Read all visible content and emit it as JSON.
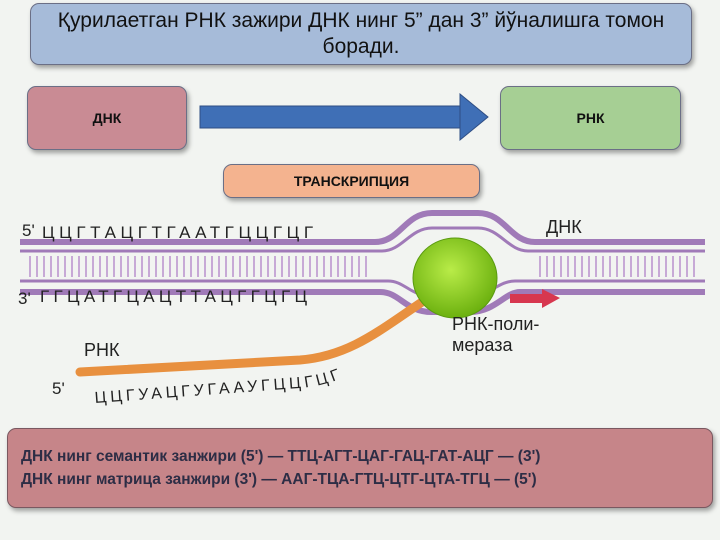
{
  "title": "Қурилаетган РНК зажири ДНК нинг 5”  дан 3” йўналишга томон боради.",
  "box_left_label": "ДНК",
  "box_right_label": "РНК",
  "process_label": "ТРАНСКРИПЦИЯ",
  "diagram": {
    "top_strand_end": "5'",
    "top_strand_sequence": "ЦЦГТАЦГТГААТГЦЦГЦГ",
    "bottom_strand_end": "3'",
    "bottom_strand_sequence": "ГГЦАТГЦАЦТТАЦГГЦГЦ",
    "dna_label": "ДНК",
    "rna_label": "РНК",
    "rna_end": "5'",
    "rna_sequence": "ЦЦГУАЦГУГААУГЦЦГЦГ",
    "polymerase_label_line1": "РНК-поли-",
    "polymerase_label_line2": "мераза"
  },
  "bottom": {
    "line1": "ДНК нинг семантик занжири  (5') — ТТЦ-АГТ-ЦАГ-ГАЦ-ГАТ-АЦГ — (3')",
    "line2": "ДНК нинг матрица занжири (3') — ААГ-ТЦА-ГТЦ-ЦТГ-ЦТА-ТГЦ — (5')"
  },
  "colors": {
    "title_box": "#a6bbd9",
    "dna_box": "#c98b94",
    "rna_box": "#a6cf94",
    "process_box": "#f4b38f",
    "arrow": "#3f6fb6",
    "strand": "#a07ab8",
    "rna_strand": "#e8903f",
    "polymerase": "#8fd11f",
    "polymerase_arrow": "#d7374f",
    "bottom_box": "#c68589"
  }
}
